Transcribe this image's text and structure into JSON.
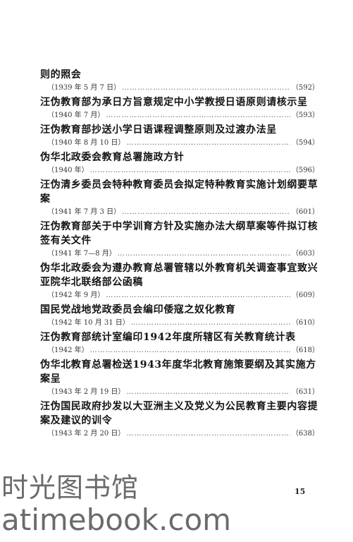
{
  "entries": [
    {
      "title": "则的照会",
      "date": "（1939 年 5 月 7 日）",
      "page": "（592）"
    },
    {
      "title": "汪伪教育部为承日方旨意规定中小学教授日语原则请核示呈",
      "date": "（1940 年 7 月）",
      "page": "（593）"
    },
    {
      "title": "汪伪教育部抄送小学日语课程调整原则及过渡办法呈",
      "date": "（1940 年 8 月 10 日）",
      "page": "（594）"
    },
    {
      "title": "伪华北政委会教育总署施政方针",
      "date": "（1940 年）",
      "page": "（596）"
    },
    {
      "title": "汪伪清乡委员会特种教育委员会拟定特种教育实施计划纲要草案",
      "date": "（1941 年 7 月 3 日）",
      "page": "（601）"
    },
    {
      "title": "汪伪教育部关于中学训育方针及实施办法大纲草案等件拟订核签有关文件",
      "date": "（1941 年 7—8 月）",
      "page": "（603）"
    },
    {
      "title": "伪华北政委会为遵办教育总署管辖以外教育机关调查事宜致兴亚院华北联络部公函稿",
      "date": "（1942 年 9 月）",
      "page": "（609）"
    },
    {
      "title": "国民党战地党政委员会编印倭寇之奴化教育",
      "date": "（1942 年 10 月 31 日）",
      "page": "（610）"
    },
    {
      "title": "汪伪教育部统计室编印1942年度所辖区有关教育统计表",
      "date": "（1942 年）",
      "page": "（618）"
    },
    {
      "title": "伪华北教育总署检送1943年度华北教育施策要纲及其实施方案呈",
      "date": "（1943 年 2 月 19 日）",
      "page": "（631）"
    },
    {
      "title": "汪伪国民政府抄发以大亚洲主义及党义为公民教育主要内容提案及建议的训令",
      "date": "（1943 年 2 月 20 日）",
      "page": "（638）"
    }
  ],
  "page_number": "15",
  "watermark": {
    "line1": "时光图书馆",
    "line2": "atimebook.com"
  }
}
